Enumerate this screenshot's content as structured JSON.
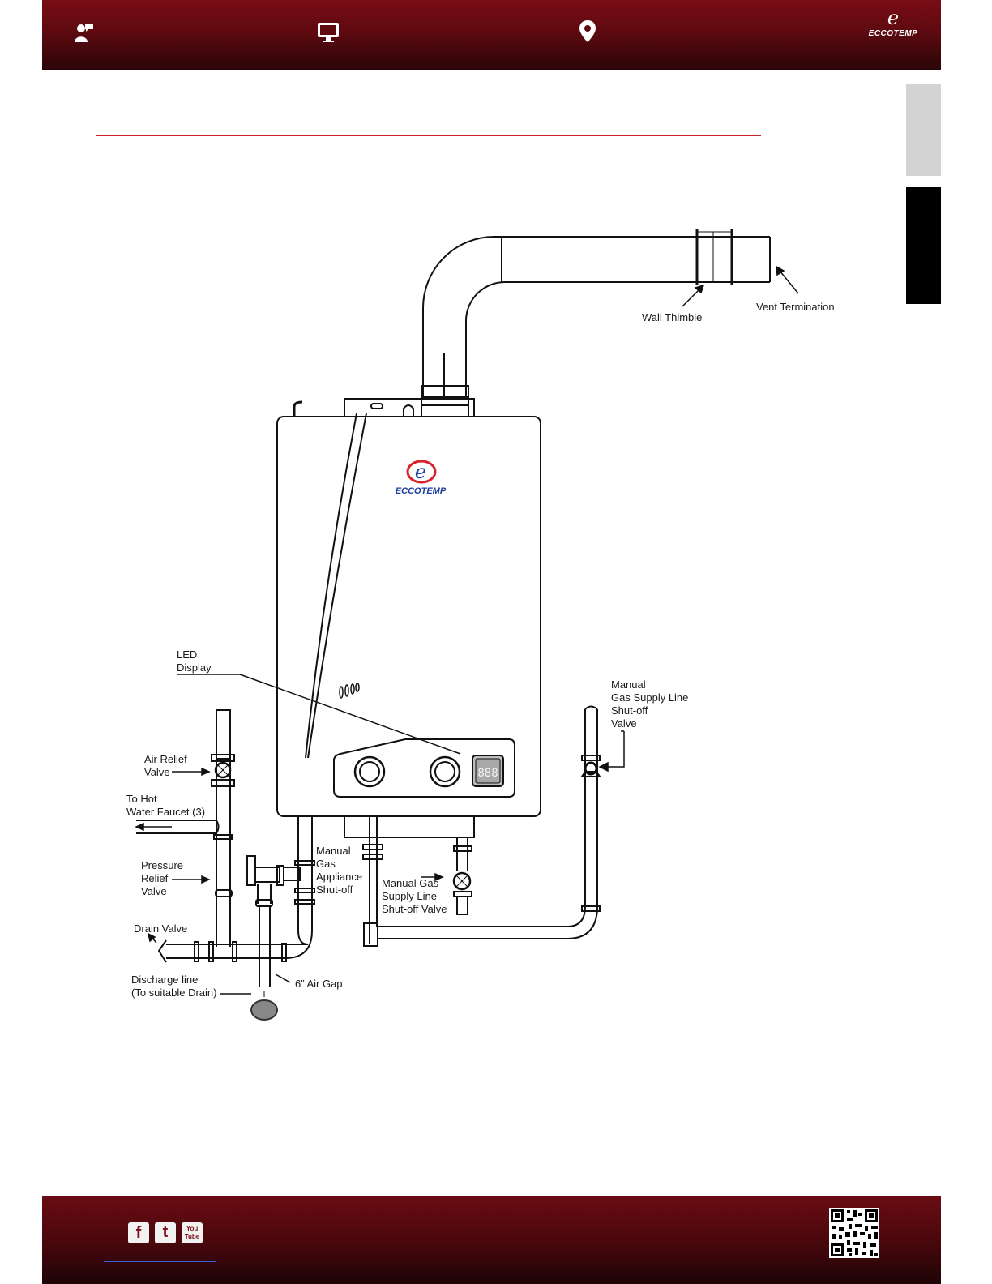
{
  "header": {
    "icons": [
      "user-chat-icon",
      "monitor-icon",
      "location-pin-icon"
    ],
    "logo": {
      "letter": "e",
      "wordmark": "ECCOTEMP"
    }
  },
  "diagram": {
    "labels": {
      "wall_thimble": "Wall Thimble",
      "vent_termination": "Vent Termination",
      "led_display": [
        "LED",
        "Display"
      ],
      "manual_gas_supply_line_valve": [
        "Manual",
        "Gas Supply Line",
        "Shut-off",
        "Valve"
      ],
      "air_relief_valve": [
        "Air Relief",
        "Valve"
      ],
      "to_hot_water_faucet": [
        "To Hot",
        "Water Faucet (3)"
      ],
      "pressure_relief_valve": [
        "Pressure",
        "Relief",
        "Valve"
      ],
      "drain_valve": "Drain Valve",
      "discharge_line": [
        "Discharge line",
        "(To suitable Drain)"
      ],
      "air_gap": "6”  Air Gap",
      "manual_gas_appliance_shutoff": [
        "Manual",
        "Gas",
        "Appliance",
        "Shut-off"
      ],
      "manual_gas_supply_shutoff": [
        "Manual Gas",
        "Supply Line",
        "Shut-off Valve"
      ]
    },
    "heater": {
      "logo_letter": "e",
      "logo_word": "ECCOTEMP",
      "display_digits": "888"
    }
  },
  "footer": {
    "social": [
      "f",
      "t",
      "You Tube"
    ],
    "icons": [
      "facebook-icon",
      "twitter-icon",
      "youtube-icon",
      "qr-code-icon"
    ]
  },
  "colors": {
    "brand_red": "#7a0d15",
    "accent_line": "#c8232c",
    "tab_gray": "#d3d3d3"
  }
}
